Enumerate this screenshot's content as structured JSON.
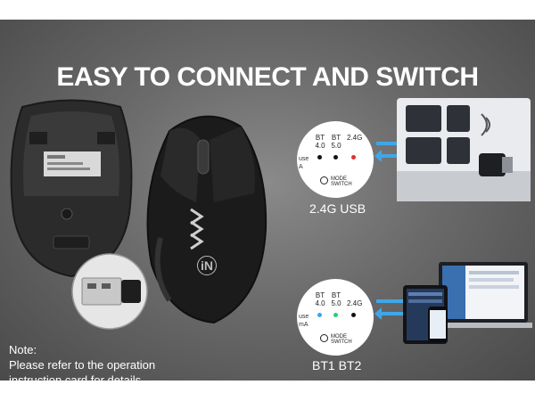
{
  "title": "EASY TO CONNECT AND SWITCH",
  "note": {
    "heading": "Note:",
    "line1": "Please refer to the operation",
    "line2": "instruction card for details"
  },
  "usb_panel": {
    "labels": [
      "BT",
      "BT",
      "2.4G"
    ],
    "sublabels": [
      "4.0",
      "5.0",
      ""
    ],
    "switch_label_1": "MODE",
    "switch_label_2": "SWITCH",
    "edge_text_1": "use",
    "edge_text_2": "A",
    "caption": "2.4G USB"
  },
  "bt_panel": {
    "labels": [
      "BT",
      "BT",
      ""
    ],
    "sublabels": [
      "4.0",
      "5.0",
      "2.4G"
    ],
    "switch_label_1": "MODE",
    "switch_label_2": "SWITCH",
    "edge_text_1": "use",
    "edge_text_2": "mA",
    "caption": "BT1 BT2"
  },
  "mouse_logo": "iN",
  "colors": {
    "indicator_red": "#e43030",
    "indicator_blue": "#38a2ff",
    "indicator_green": "#22d07a",
    "arrow_blue": "#3fa7e8"
  }
}
